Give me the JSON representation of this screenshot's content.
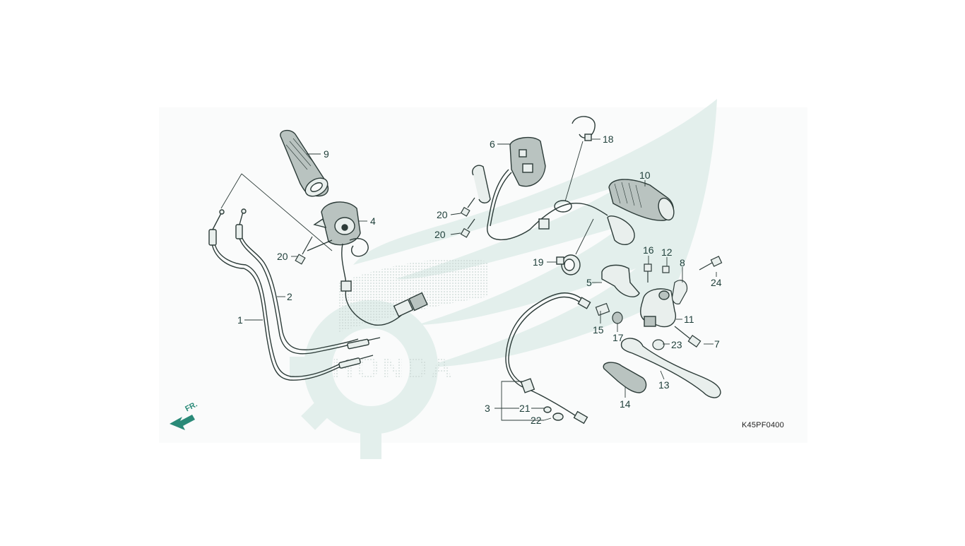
{
  "diagram": {
    "code": "K45PF0400",
    "front_marker": "FR.",
    "watermark_text": "HONDA",
    "colors": {
      "line": "#2c3b38",
      "accent": "#2a8a78",
      "part_fill": "#e9efed",
      "part_dark": "#b9c3c0",
      "watermark": "#e3efec",
      "panel": "#fafbfb"
    },
    "parts": {
      "p1": "1",
      "p2": "2",
      "p3": "3",
      "p4": "4",
      "p5": "5",
      "p6": "6",
      "p7": "7",
      "p8": "8",
      "p9": "9",
      "p10": "10",
      "p11": "11",
      "p12": "12",
      "p13": "13",
      "p14": "14",
      "p15": "15",
      "p16": "16",
      "p17": "17",
      "p18": "18",
      "p19": "19",
      "p20a": "20",
      "p20b": "20",
      "p20c": "20",
      "p21": "21",
      "p22": "22",
      "p23": "23",
      "p24": "24"
    }
  }
}
